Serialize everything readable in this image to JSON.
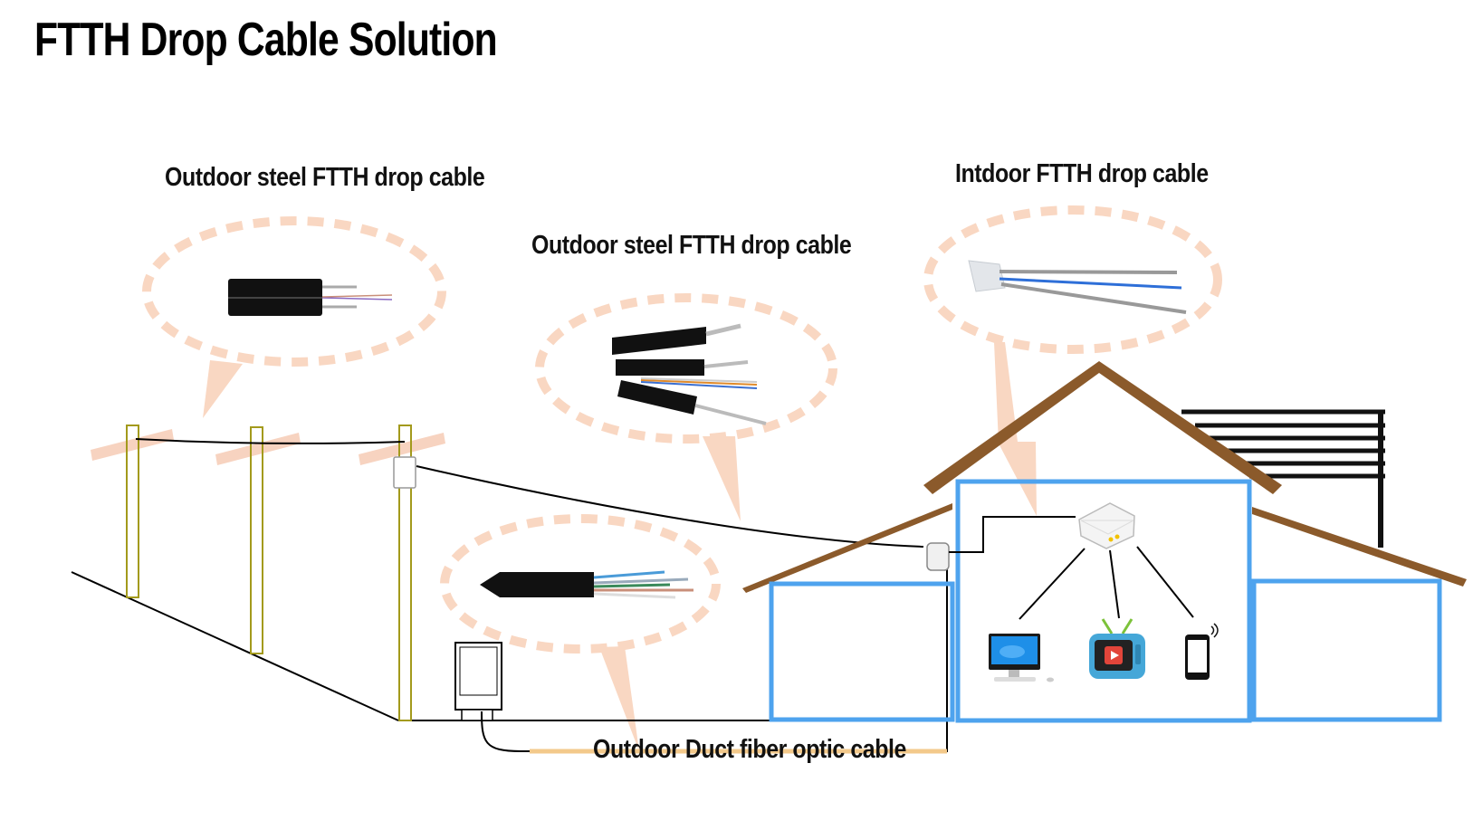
{
  "title": "FTTH Drop Cable Solution",
  "labels": {
    "outdoor_steel_left": "Outdoor steel FTTH drop cable",
    "outdoor_steel_center": "Outdoor steel FTTH drop cable",
    "indoor": "Intdoor FTTH drop cable",
    "duct": "Outdoor Duct fiber optic cable"
  },
  "colors": {
    "callout": "#f9d7c2",
    "pole": "#a39a1c",
    "crossarm": "#f7d3c0",
    "roof": "#8b5a2b",
    "wall": "#4ea3ee",
    "duct": "#f3c98b",
    "line": "#000000"
  },
  "icons": [
    "flat-drop-cable-icon",
    "steel-drop-cable-icon",
    "indoor-drop-cable-icon",
    "duct-cable-icon",
    "onu-router-icon",
    "computer-icon",
    "tv-icon",
    "phone-icon",
    "distribution-box-icon",
    "termination-box-icon"
  ]
}
